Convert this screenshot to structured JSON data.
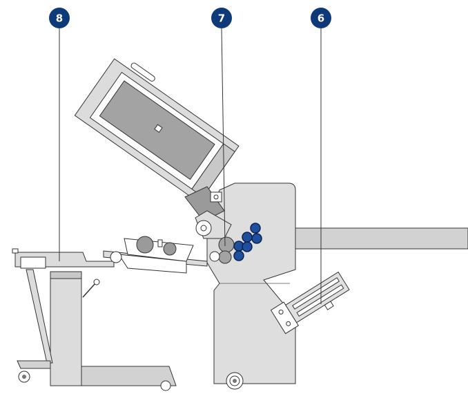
{
  "callouts": [
    {
      "id": "callout-8",
      "label": "8"
    },
    {
      "id": "callout-7",
      "label": "7"
    },
    {
      "id": "callout-6",
      "label": "6"
    }
  ],
  "colors": {
    "callout_fill": "#0e3a7a",
    "roller_blue": "#1f4f9c",
    "body_gray": "#dcdcdc",
    "dark_gray": "#8c8c8c",
    "outline": "#333333"
  }
}
